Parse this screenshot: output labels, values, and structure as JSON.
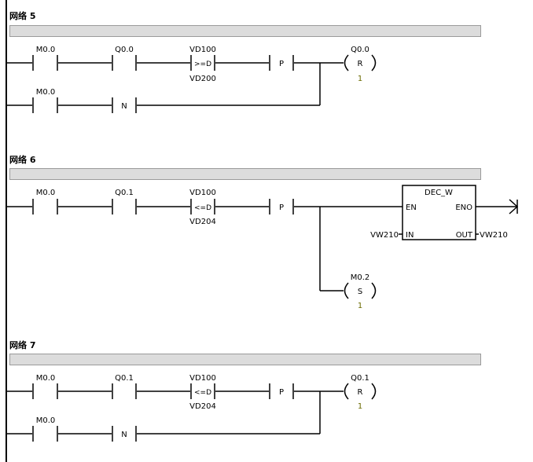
{
  "networks": [
    {
      "title": "网络 5",
      "rung1": {
        "contact1": "M0.0",
        "contact2": "Q0.0",
        "compare_top": "VD100",
        "compare_op": ">=D",
        "compare_bottom": "VD200",
        "edge": "P",
        "coil_addr": "Q0.0",
        "coil_type": "R",
        "coil_count": "1"
      },
      "rung2": {
        "contact1": "M0.0",
        "edge": "N"
      }
    },
    {
      "title": "网络 6",
      "rung1": {
        "contact1": "M0.0",
        "contact2": "Q0.1",
        "compare_top": "VD100",
        "compare_op": "<=D",
        "compare_bottom": "VD204",
        "edge": "P",
        "block": {
          "name": "DEC_W",
          "en": "EN",
          "eno": "ENO",
          "in": "IN",
          "out": "OUT",
          "in_operand": "VW210",
          "out_operand": "VW210"
        }
      },
      "branch": {
        "coil_addr": "M0.2",
        "coil_type": "S",
        "coil_count": "1"
      }
    },
    {
      "title": "网络 7",
      "rung1": {
        "contact1": "M0.0",
        "contact2": "Q0.1",
        "compare_top": "VD100",
        "compare_op": "<=D",
        "compare_bottom": "VD204",
        "edge": "P",
        "coil_addr": "Q0.1",
        "coil_type": "R",
        "coil_count": "1"
      },
      "rung2": {
        "contact1": "M0.0",
        "edge": "N"
      }
    }
  ],
  "colors": {
    "line": "#000000",
    "count_text": "#6b6b00",
    "comment_fill": "#dcdcdc"
  }
}
